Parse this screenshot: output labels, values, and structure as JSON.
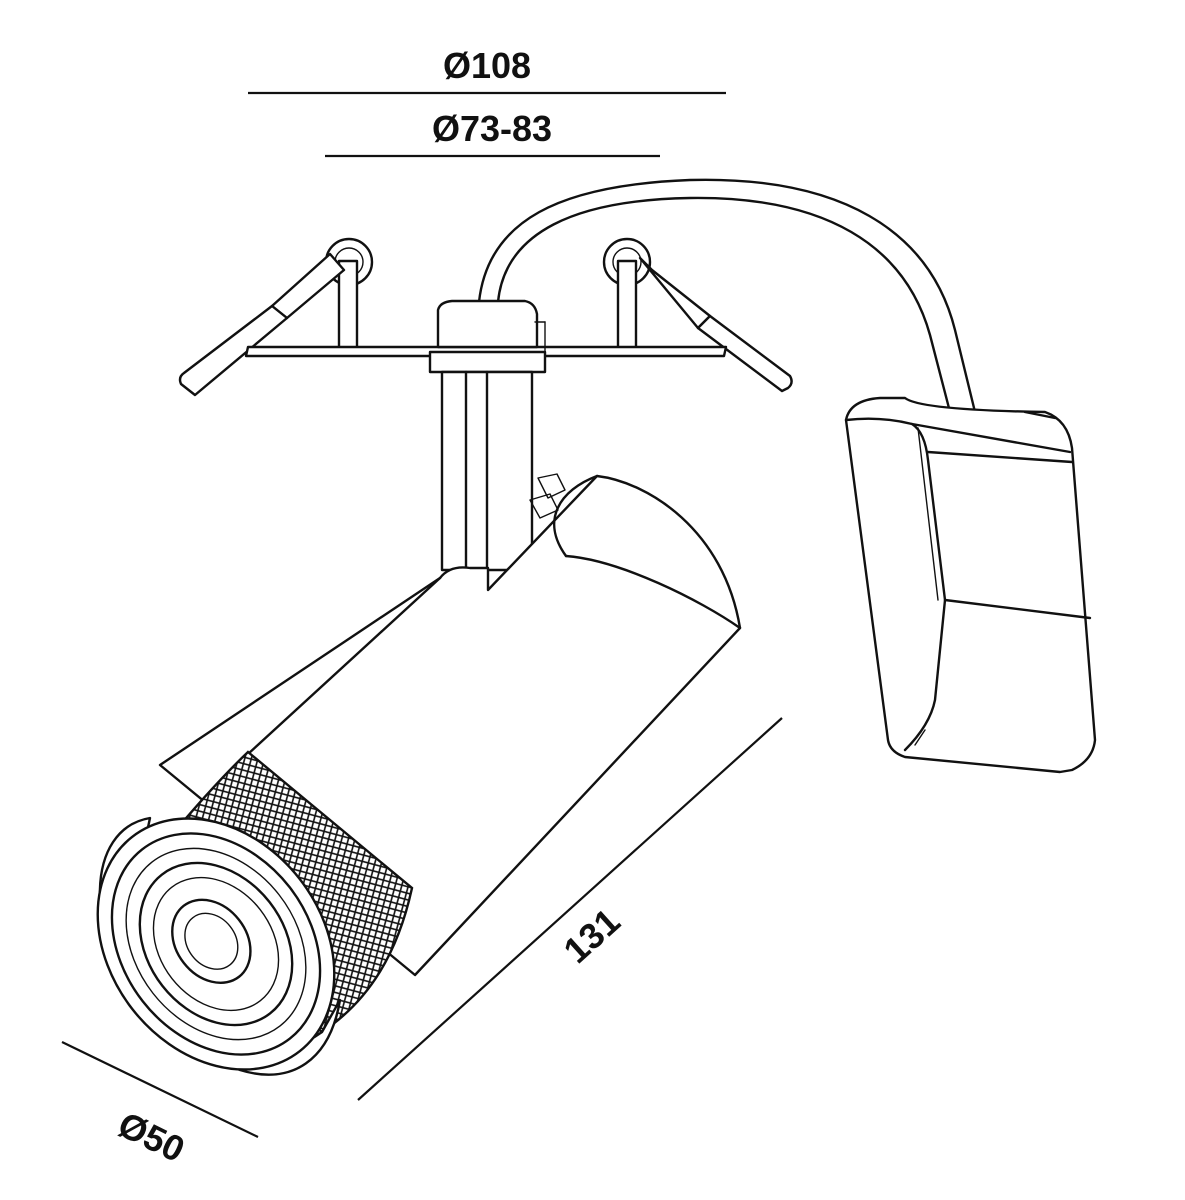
{
  "dimensions": {
    "outer_diameter": "Ø108",
    "cutout_diameter": "Ø73-83",
    "length": "131",
    "head_diameter": "Ø50"
  },
  "colors": {
    "line": "#111111",
    "background": "#ffffff"
  }
}
